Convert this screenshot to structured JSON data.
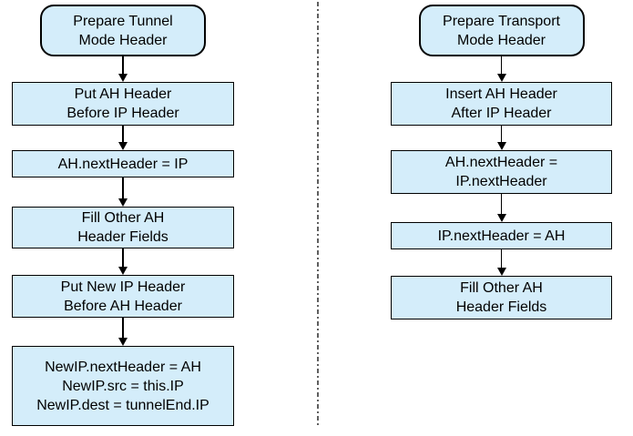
{
  "page": {
    "background": "#ffffff"
  },
  "colors": {
    "node_fill": "#d4edfa",
    "node_border": "#000000",
    "arrow": "#000000",
    "divider": "#5f5f5f"
  },
  "divider": {
    "orientation": "vertical",
    "style": "dash-dot"
  },
  "flowcharts": [
    {
      "id": "tunnel-mode",
      "nodes": [
        {
          "type": "terminator",
          "label": "Prepare Tunnel\nMode Header"
        },
        {
          "type": "process",
          "label": "Put AH Header\nBefore IP Header"
        },
        {
          "type": "process",
          "label": "AH.nextHeader = IP"
        },
        {
          "type": "process",
          "label": "Fill Other AH\nHeader Fields"
        },
        {
          "type": "process",
          "label": "Put New IP Header\nBefore AH Header"
        },
        {
          "type": "process",
          "label": "NewIP.nextHeader = AH\nNewIP.src = this.IP\nNewIP.dest = tunnelEnd.IP"
        }
      ]
    },
    {
      "id": "transport-mode",
      "nodes": [
        {
          "type": "terminator",
          "label": "Prepare Transport\nMode Header"
        },
        {
          "type": "process",
          "label": "Insert AH Header\nAfter IP Header"
        },
        {
          "type": "process",
          "label": "AH.nextHeader =\nIP.nextHeader"
        },
        {
          "type": "process",
          "label": "IP.nextHeader = AH"
        },
        {
          "type": "process",
          "label": "Fill Other AH\nHeader Fields"
        }
      ]
    }
  ]
}
